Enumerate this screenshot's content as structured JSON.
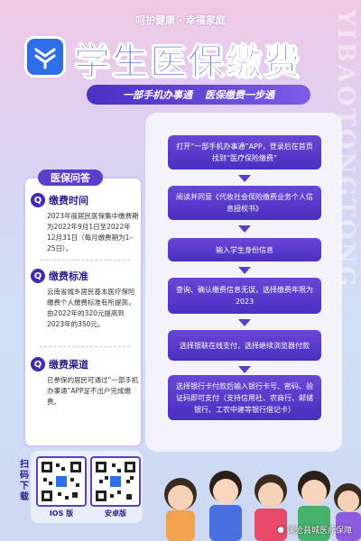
{
  "header": {
    "tagline": "呵护健康 · 幸福家庭",
    "title": "学生医保缴费",
    "subtitle_a": "一部手机办事通",
    "subtitle_b": "医保缴费一步通",
    "watermark": "YIBAOTONGTONG"
  },
  "faq": {
    "tab_label": "医保问答",
    "items": [
      {
        "title": "缴费时间",
        "text": "2023年度居民医保集中缴费期为2022年9月1日至2022年12月31日（每月缴费期为1–25日）。"
      },
      {
        "title": "缴费标准",
        "text": "云南省城乡居民基本医疗保险缴费个人缴费标准有所提高，由2022年的320元提高到2023年的350元。"
      },
      {
        "title": "缴费渠道",
        "text": "已参保的居民可通过“一部手机办事通”APP足不出户完成缴费。"
      }
    ]
  },
  "steps": [
    "打开“一部手机办事通”APP，登录后在首页找到“医疗保险缴费”",
    "阅读并同意《代收社会保险缴费业务个人信息授权书》",
    "输入学生身份信息",
    "查询、确认缴费信息无误，选择缴费年限为2023",
    "选择银联在线支付，选择继续浏览器付款",
    "选择银行卡付款后输入银行卡号、密码、验证码即可支付（支持信用社、农商行、邮储银行、工农中建等银行借记卡）"
  ],
  "download": {
    "scan_label": "扫码下载",
    "ios_label": "IOS 版",
    "android_label": "安卓版"
  },
  "footer": {
    "account": "澜沧县城医疗保障"
  },
  "colors": {
    "primary": "#4b2fc0",
    "title_blue": "#2f4fd8",
    "logo_blue": "#2e6ee6"
  }
}
